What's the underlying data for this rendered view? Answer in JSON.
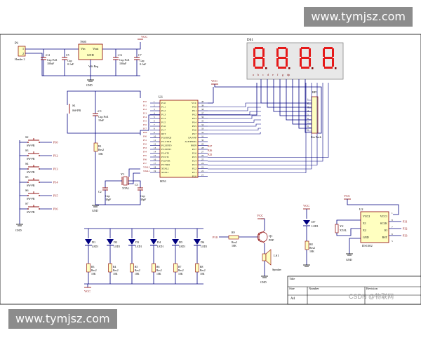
{
  "watermark_top": "www.tymjsz.com",
  "watermark_bottom": "www.tymjsz.com",
  "csdn_mark": "CSDN @物联网",
  "colors": {
    "wire": "#000080",
    "part": "#8b0000",
    "seg_red": "#e51a1a",
    "seg_dark": "#7a0000",
    "pin": "#5555aa"
  },
  "power_label": "VCC",
  "ground_label": "GND",
  "p1": {
    "ref": "P1",
    "pins": [
      "1",
      "2"
    ],
    "name": "Header 2"
  },
  "c4": {
    "ref": "+C4",
    "value": "Cap Pol1",
    "spec": "100uF"
  },
  "c5": {
    "ref": "C5",
    "value": "Cap",
    "spec": "0.1uF"
  },
  "vreg": {
    "ref": "7805",
    "vin": "Vin",
    "vout": "Vout",
    "gnd": "GND",
    "name": "Volt Reg"
  },
  "c6": {
    "ref": "+C6",
    "value": "Cap Pol1",
    "spec": "100uF"
  },
  "c7": {
    "ref": "C7",
    "value": "Cap",
    "spec": "0.1uF"
  },
  "ds1": {
    "ref": "DS1",
    "digits": [
      "8",
      "8",
      "8",
      "8"
    ],
    "seg_labels": [
      "a",
      "b",
      "c",
      "d",
      "e",
      "f",
      "g",
      "dp"
    ]
  },
  "rp1": {
    "ref": "RP1",
    "pins": [
      "1",
      "2",
      "3",
      "4",
      "5",
      "6",
      "7",
      "8",
      "9"
    ],
    "name": "Res Pack"
  },
  "s1": {
    "ref": "S1",
    "name": "SW-PB"
  },
  "c1": {
    "ref": "+C1",
    "value": "Cap Pol1",
    "spec": "10uF"
  },
  "r_rst": {
    "ref": "R1",
    "value": "Res2",
    "spec": "10K"
  },
  "u8051": {
    "ref": "U1",
    "name": "8051",
    "left_nums": [
      "1",
      "2",
      "3",
      "4",
      "5",
      "6",
      "7",
      "8",
      "9",
      "10",
      "11",
      "12",
      "13",
      "14",
      "15",
      "16",
      "17",
      "18",
      "19"
    ],
    "left_nets": [
      "P10",
      "P11",
      "P12",
      "P13",
      "P14",
      "P15",
      "P16",
      "P17",
      "RST",
      "P30",
      "P31",
      "P32",
      "P33",
      "P34",
      "P35",
      "P36",
      "P37",
      "XTAL2",
      "XTAL1"
    ],
    "left_names": [
      "P1.0",
      "P1.1",
      "P1.2",
      "P1.3",
      "P1.4",
      "P1.5",
      "P1.6",
      "P1.7",
      "RST",
      "P3.0/RXD",
      "P3.1/TXD",
      "P3.2/INT0",
      "P3.3/INT1",
      "P3.4/T0",
      "P3.5/T1",
      "P3.6/WR",
      "P3.7/RD",
      "XTAL2",
      "XTAL1"
    ],
    "right_nums": [
      "40",
      "39",
      "38",
      "37",
      "36",
      "35",
      "34",
      "33",
      "32",
      "31",
      "30",
      "29",
      "28",
      "27",
      "26",
      "25",
      "24",
      "23",
      "22",
      "21"
    ],
    "right_names": [
      "VCC",
      "P0.0",
      "P0.1",
      "P0.2",
      "P0.3",
      "P0.4",
      "P0.5",
      "P0.6",
      "P0.7",
      "EA/VPP",
      "ALE/PROG",
      "PSEN",
      "P2.7",
      "P2.6",
      "P2.5",
      "P2.4",
      "P2.3",
      "P2.2",
      "P2.1",
      "P2.0"
    ],
    "right_nets": [
      "P27",
      "P26",
      "P25"
    ]
  },
  "y1": {
    "ref": "Y1",
    "name": "XTAL"
  },
  "c2": {
    "ref": "C2",
    "value": "Cap",
    "spec": "30pF"
  },
  "c3": {
    "ref": "C3",
    "value": "Cap",
    "spec": "30pF"
  },
  "switches": [
    {
      "ref": "S2",
      "name": "SW-PB",
      "net": "P10"
    },
    {
      "ref": "S3",
      "name": "SW-PB",
      "net": "P12"
    },
    {
      "ref": "S4",
      "name": "SW-PB",
      "net": "P13"
    },
    {
      "ref": "S5",
      "name": "SW-PB",
      "net": "P14"
    },
    {
      "ref": "S6",
      "name": "SW-PB",
      "net": "P15"
    },
    {
      "ref": "S7",
      "name": "SW-PB",
      "net": "P16"
    }
  ],
  "leds": [
    {
      "ref": "D1",
      "name": "LED1",
      "r": "R3",
      "rv": "Res2",
      "rs": "10K"
    },
    {
      "ref": "D2",
      "name": "LED1",
      "r": "R4",
      "rv": "Res2",
      "rs": "10K"
    },
    {
      "ref": "D3",
      "name": "LED1",
      "r": "R5",
      "rv": "Res2",
      "rs": "10K"
    },
    {
      "ref": "D4",
      "name": "LED1",
      "r": "R6",
      "rv": "Res2",
      "rs": "10K"
    },
    {
      "ref": "D5",
      "name": "LED1",
      "r": "R7",
      "rv": "Res2",
      "rs": "10K"
    },
    {
      "ref": "D6",
      "name": "LED1",
      "r": "R8",
      "rv": "Res2",
      "rs": "10K"
    }
  ],
  "buzzer": {
    "net": "P10",
    "r": "R9",
    "rv": "Res2",
    "rs": "10K",
    "q": "Q1",
    "qname": "PNP",
    "ls": "LS1",
    "lsname": "Speaker"
  },
  "d7": {
    "ref": "D7",
    "name": "LED1",
    "r": "R8",
    "rv": "Res2",
    "rs": "10K"
  },
  "ds1302": {
    "ref": "U2",
    "name": "DS1302",
    "pins_left": [
      "VCC2",
      "X1",
      "X2",
      "GND"
    ],
    "pins_right": [
      "VCC1",
      "SCLK",
      "IO",
      "RST"
    ],
    "nets": [
      "P31",
      "P32",
      "P33"
    ],
    "pin_nums": [
      "1",
      "8",
      "7",
      "6",
      "5"
    ],
    "xtal": "Y2",
    "xtal_name": "XTAL"
  },
  "titleblock": {
    "title": "Title",
    "size": "Size",
    "size_val": "A4",
    "number": "Number",
    "revision": "Revision"
  }
}
